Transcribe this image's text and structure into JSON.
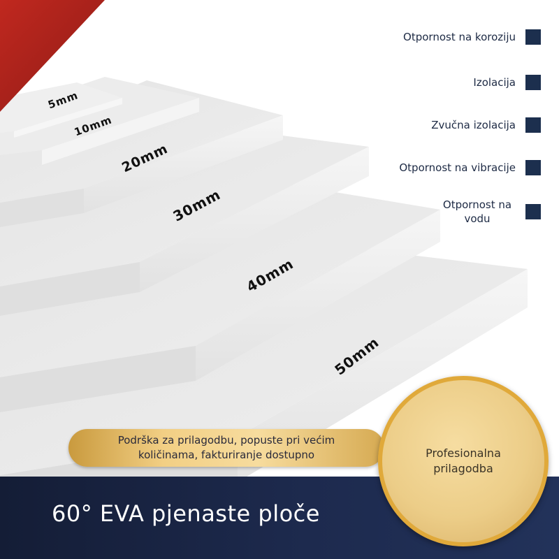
{
  "sheets": [
    "5mm",
    "10mm",
    "20mm",
    "30mm",
    "40mm",
    "50mm"
  ],
  "features": [
    {
      "label": "Otpornost na koroziju"
    },
    {
      "label": "Izolacija"
    },
    {
      "label": "Zvučna izolacija"
    },
    {
      "label": "Otpornost na vibracije"
    },
    {
      "label": "Otpornost na vodu"
    }
  ],
  "promo": "Podrška za prilagodbu, popuste pri većim količinama, fakturiranje dostupno",
  "badge": "Profesionalna prilagodba",
  "title": "60° EVA pjenaste ploče",
  "colors": {
    "accent_navy": "#1c2f4e",
    "gold": "#e0a93a",
    "corner_red": "#b3241f",
    "sheet_gray": "#e9e9e9"
  }
}
